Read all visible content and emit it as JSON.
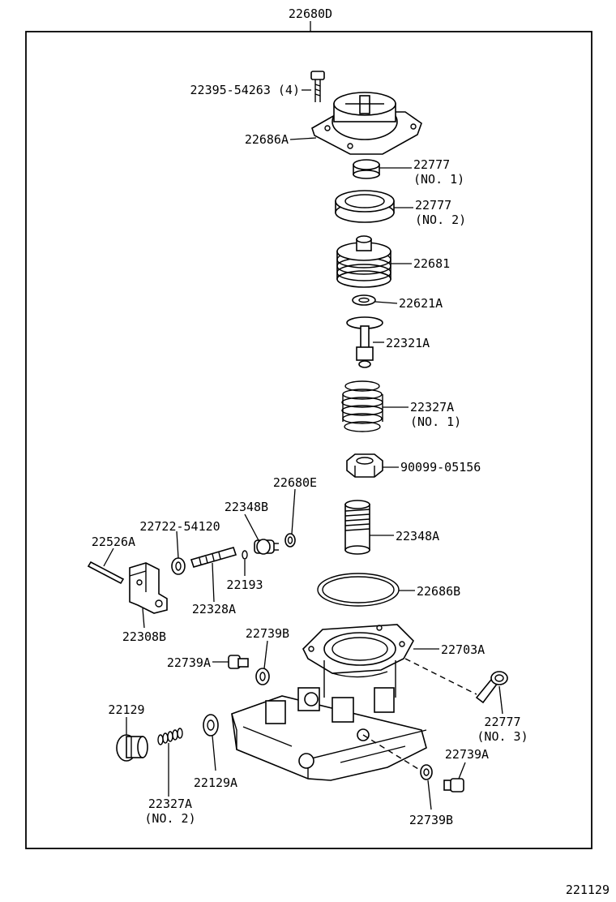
{
  "assembly": {
    "part_no": "22680D"
  },
  "footer": {
    "code": "221129"
  },
  "labels": {
    "screw": "22395-54263 (4)",
    "cover": "22686A",
    "cap_no1": "22777",
    "cap_no1_sub": "(NO. 1)",
    "seal_no2": "22777",
    "seal_no2_sub": "(NO. 2)",
    "diaphragm": "22681",
    "washer_small": "22621A",
    "valve": "22321A",
    "spring_no1": "22327A",
    "spring_no1_sub": "(NO. 1)",
    "nut": "90099-05156",
    "adjuster": "22348A",
    "oring_large": "22686B",
    "body": "22703A",
    "seal_no3": "22777",
    "seal_no3_sub": "(NO. 3)",
    "washer_e": "22680E",
    "plug_b": "22348B",
    "ring_screw": "22722-54120",
    "pin": "22526A",
    "oring_small": "22193",
    "adj_screw": "22328A",
    "bracket": "22308B",
    "gasket_b_upper": "22739B",
    "bolt_a_left": "22739A",
    "plug": "22129",
    "spring_no2": "22327A",
    "spring_no2_sub": "(NO. 2)",
    "gasket_plug": "22129A",
    "bolt_a_right": "22739A",
    "gasket_b_lower": "22739B"
  }
}
